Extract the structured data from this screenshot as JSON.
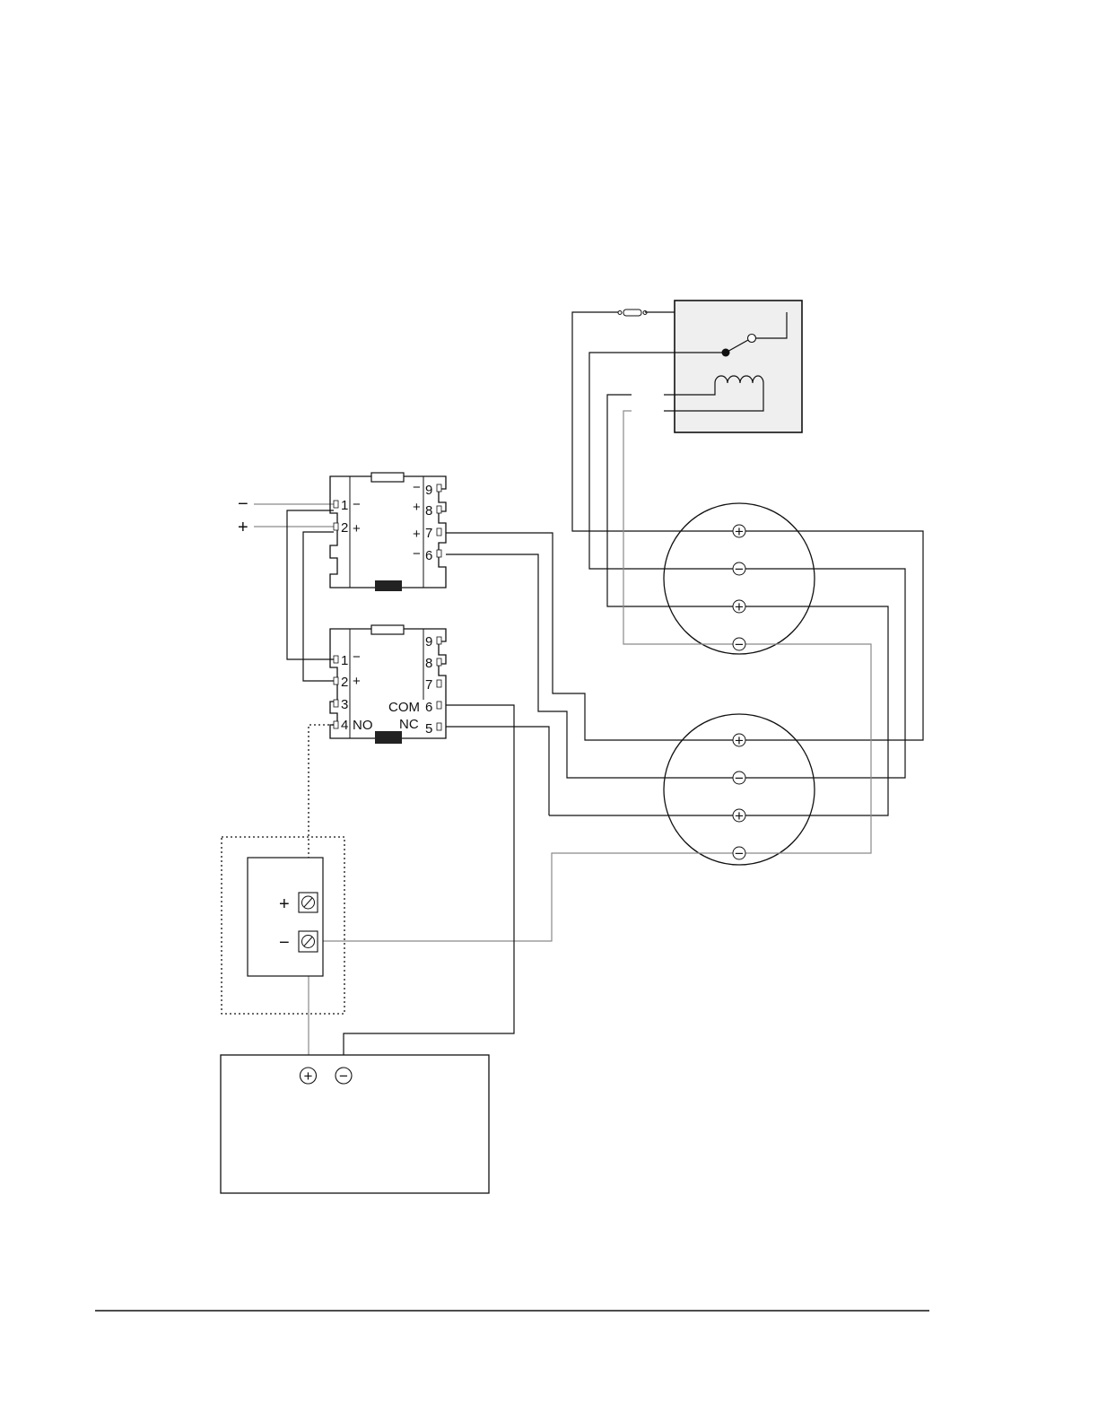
{
  "module_top": {
    "terminals": [
      "9",
      "8",
      "7",
      "6",
      "1",
      "2"
    ],
    "polarity": {
      "t9": "−",
      "t8": "+",
      "t7": "+",
      "t6": "−",
      "t1": "−",
      "t2": "+"
    }
  },
  "module_bottom": {
    "terminals": [
      "9",
      "8",
      "7",
      "6",
      "5",
      "1",
      "2",
      "3",
      "4"
    ],
    "polarity": {
      "t1": "−",
      "t2": "+"
    },
    "contacts": {
      "com": "COM",
      "no": "NO",
      "nc": "NC"
    }
  },
  "supply_input": {
    "minus": "−",
    "plus": "+"
  },
  "device_upper": {
    "t1": "+",
    "t2": "−",
    "t3": "+",
    "t4": "−"
  },
  "device_lower": {
    "t1": "+",
    "t2": "−",
    "t3": "+",
    "t4": "−"
  },
  "remote_box": {
    "plus": "+",
    "minus": "−"
  },
  "power_supply": {
    "plus": "+",
    "minus": "−"
  },
  "icons": [
    "screw-terminal-icon",
    "relay-coil-icon",
    "relay-contact-icon",
    "fuse-icon"
  ]
}
